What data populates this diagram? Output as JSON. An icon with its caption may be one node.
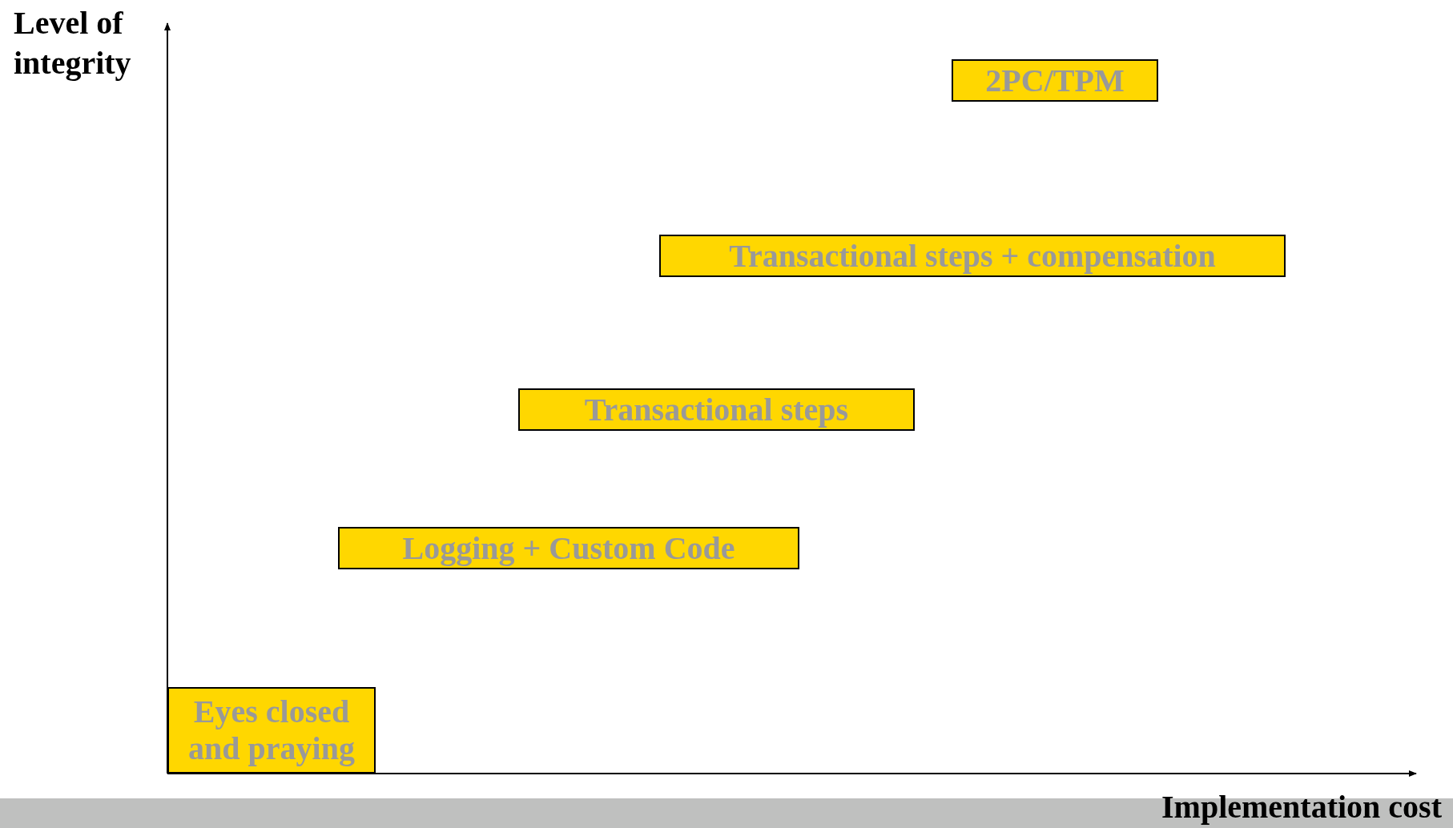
{
  "diagram": {
    "nodes": [
      {
        "text": [
          "2PC/TPM"
        ]
      },
      {
        "text": [
          "Transactional steps + compensation"
        ]
      },
      {
        "text": [
          "Transactional steps"
        ]
      },
      {
        "text": [
          "Logging + Custom Code"
        ]
      },
      {
        "text": [
          "Eyes closed and praying"
        ]
      }
    ],
    "labels": [
      "Level of integrity",
      "Implementation cost"
    ]
  }
}
